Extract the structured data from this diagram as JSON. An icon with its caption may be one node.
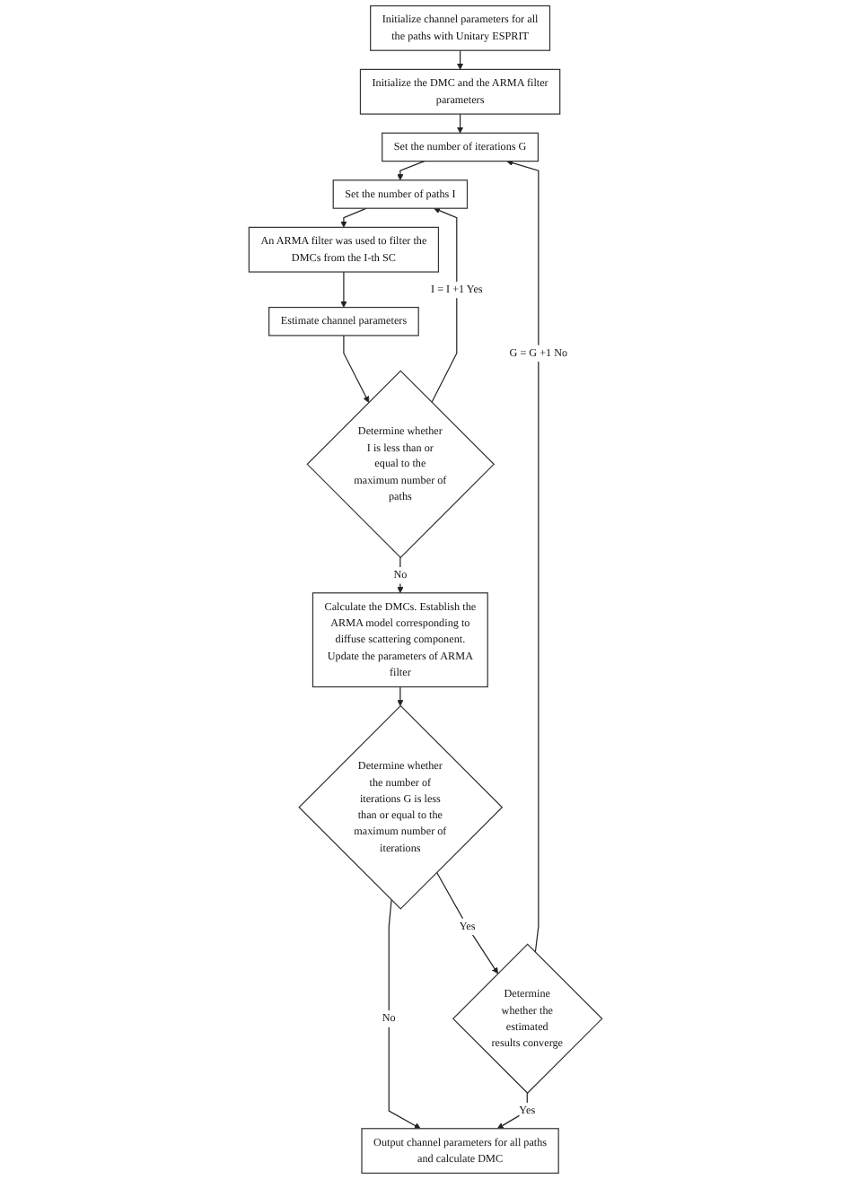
{
  "diagram": {
    "nodes": [
      {
        "text": [
          "Initialize channel parameters for all the paths with Unitary ESPRIT"
        ]
      },
      {
        "text": [
          "Initialize the DMC and the ARMA filter parameters"
        ]
      },
      {
        "text": [
          "Set the number of iterations G"
        ]
      },
      {
        "text": [
          "Set the number of paths I"
        ]
      },
      {
        "text": [
          "An ARMA filter was used to filter the DMCs from the I-th SC"
        ]
      },
      {
        "text": [
          "Estimate channel parameters"
        ]
      },
      {
        "text": [
          "Determine whether I is less than or equal to the maximum number of paths"
        ]
      },
      {
        "text": [
          "Calculate the DMCs. Establish the ARMA model corresponding to diffuse scattering component. Update the parameters of ARMA filter"
        ]
      },
      {
        "text": [
          "Determine whether the number of iterations G is less than or equal to the maximum number of iterations"
        ]
      },
      {
        "text": [
          "Determine whether the estimated results converge"
        ]
      },
      {
        "text": [
          "Output channel parameters for all paths and calculate DMC"
        ]
      }
    ],
    "edges": [
      {
        "from": 0,
        "to": 1,
        "arrow": "to"
      },
      {
        "from": 1,
        "to": 2,
        "arrow": "to"
      },
      {
        "from": 2,
        "to": 3,
        "arrow": "to"
      },
      {
        "from": 3,
        "to": 4,
        "arrow": "to"
      },
      {
        "from": 4,
        "to": 5,
        "arrow": "to"
      },
      {
        "from": 5,
        "to": 6,
        "arrow": "to"
      },
      {
        "from": 6,
        "to": 3,
        "arrow": "to",
        "label": "I = I +1 Yes"
      },
      {
        "from": 6,
        "to": 7,
        "arrow": "to",
        "label": "No"
      },
      {
        "from": 7,
        "to": 8,
        "arrow": "to"
      },
      {
        "from": 8,
        "to": 9,
        "arrow": "to",
        "label": "Yes"
      },
      {
        "from": 8,
        "to": 10,
        "arrow": "to",
        "label": "No"
      },
      {
        "from": 9,
        "to": 10,
        "arrow": "to",
        "label": "Yes"
      },
      {
        "from": 9,
        "to": 2,
        "arrow": "to",
        "label": "G = G +1 No"
      }
    ]
  }
}
